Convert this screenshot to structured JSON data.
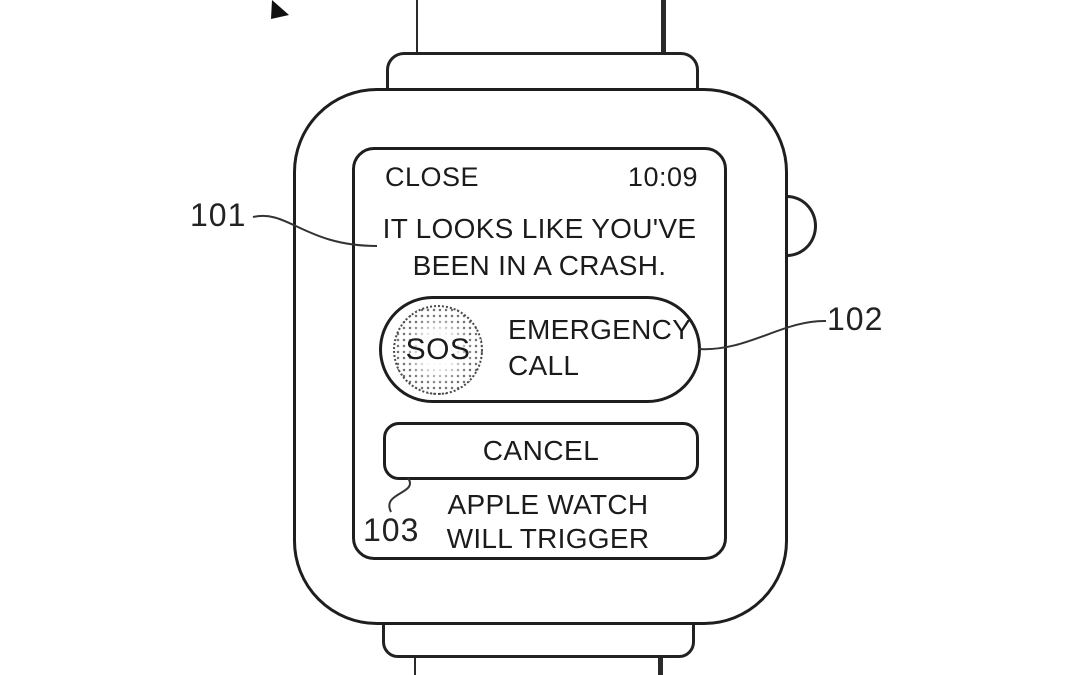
{
  "figure": {
    "reference_labels": {
      "display": "101",
      "emergency_button": "102",
      "cancel_button": "103"
    }
  },
  "watch_ui": {
    "header": {
      "close_label": "CLOSE",
      "time": "10:09"
    },
    "alert": {
      "line1": "IT LOOKS LIKE YOU'VE",
      "line2": "BEEN IN A CRASH."
    },
    "emergency_button": {
      "icon_label": "SOS",
      "label": "EMERGENCY CALL"
    },
    "cancel_button": {
      "label": "CANCEL"
    },
    "footer_note": "APPLE WATCH WILL TRIGGER"
  },
  "colors": {
    "ink": "#1e1e1e",
    "background": "#ffffff"
  }
}
